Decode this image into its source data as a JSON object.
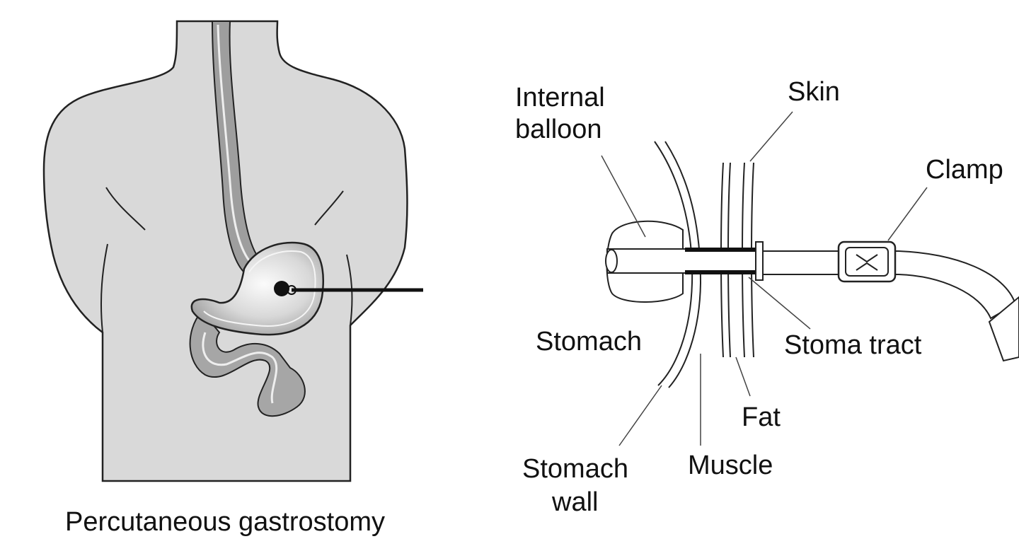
{
  "diagram": {
    "caption": "Percutaneous gastrostomy",
    "labels": {
      "internal_balloon_1": "Internal",
      "internal_balloon_2": "balloon",
      "skin": "Skin",
      "clamp": "Clamp",
      "stomach": "Stomach",
      "stoma_tract": "Stoma tract",
      "fat": "Fat",
      "stomach_wall_1": "Stomach",
      "stomach_wall_2": "wall",
      "muscle": "Muscle"
    },
    "colors": {
      "body_fill": "#d9d9d9",
      "outline": "#222222",
      "gi_fill": "#9e9e9e",
      "stomach_inner": "#f2f2f2",
      "line": "#444444"
    }
  }
}
